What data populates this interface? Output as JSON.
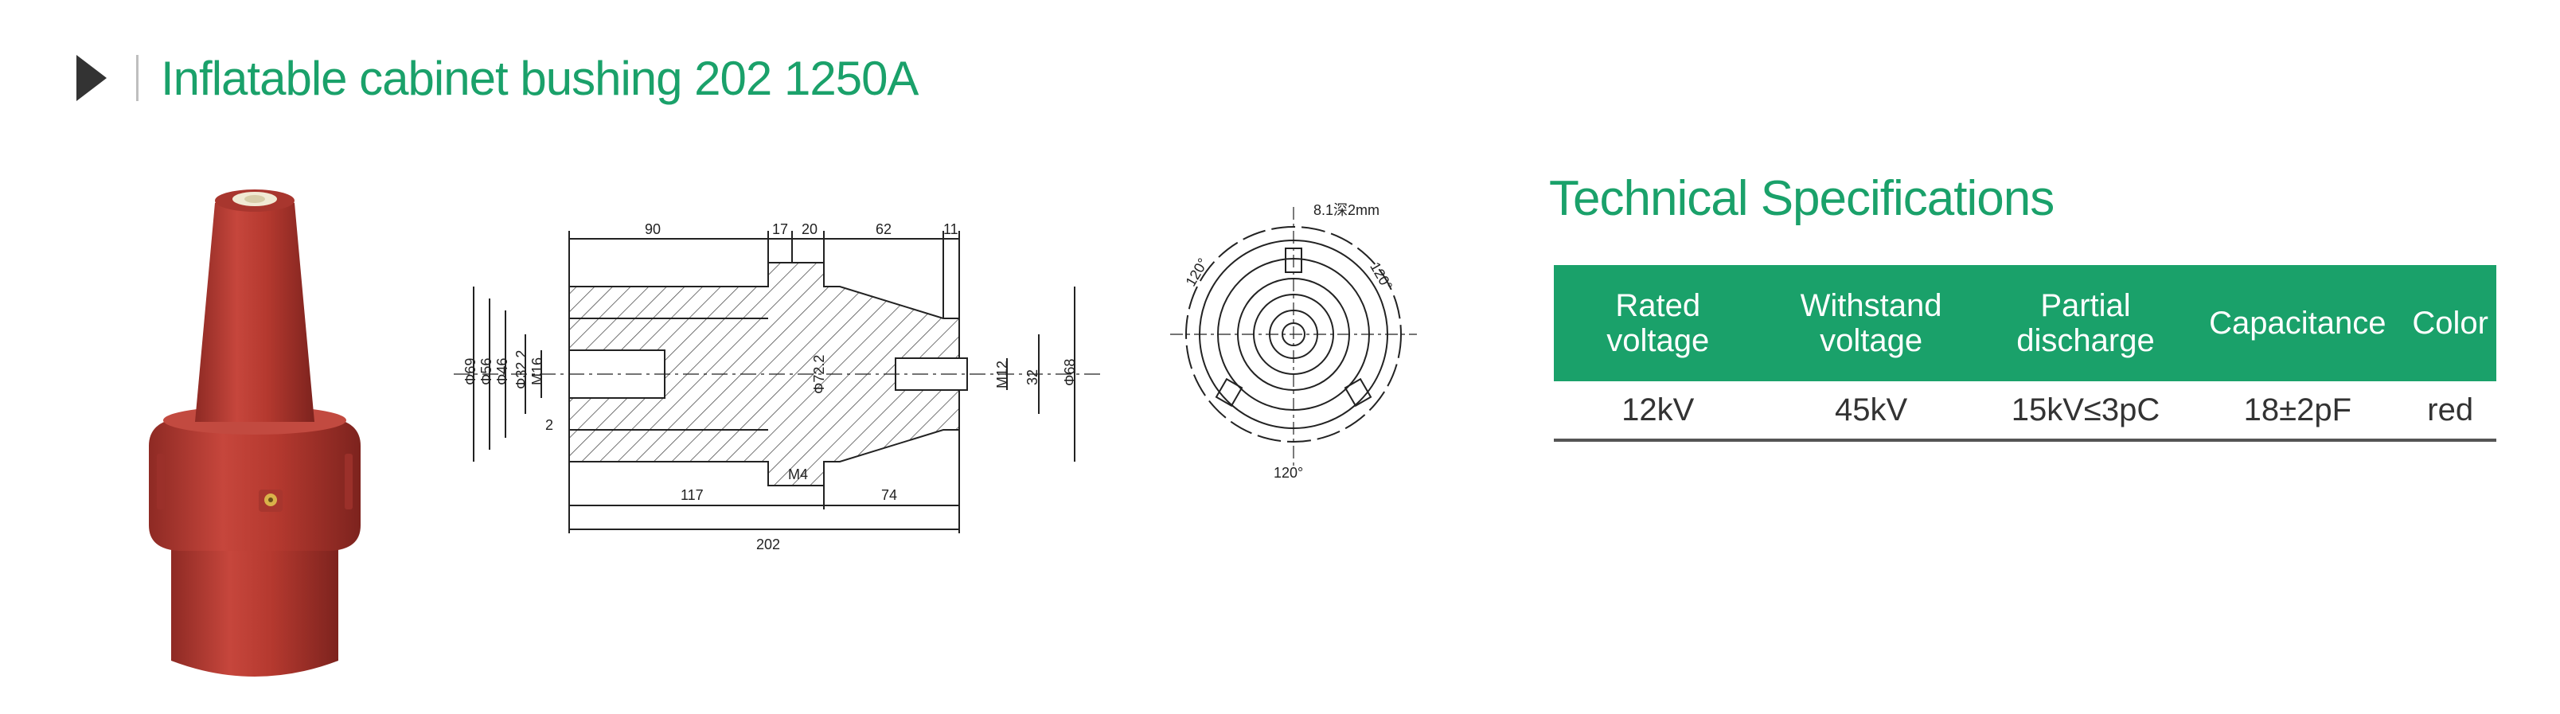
{
  "header": {
    "title": "Inflatable cabinet bushing 202 1250A"
  },
  "drawings": {
    "side_view": {
      "dims_top": [
        "90",
        "17",
        "20",
        "62",
        "11"
      ],
      "dims_left": [
        "Φ69",
        "Φ56",
        "Φ46",
        "Φ32.2",
        "M16"
      ],
      "dim_center": "Φ72.2",
      "dims_right": [
        "M12",
        "32",
        "Φ68"
      ],
      "dim_small": "2",
      "dim_m4": "M4",
      "dims_bottom": [
        "117",
        "74"
      ],
      "dim_total": "202"
    },
    "front_view": {
      "slot_label": "8.1深2mm",
      "angle_left": "120°",
      "angle_right": "120°",
      "angle_bottom": "120°"
    }
  },
  "specs": {
    "title": "Technical Specifications",
    "columns": [
      [
        "Rated",
        "voltage"
      ],
      [
        "Withstand",
        "voltage"
      ],
      [
        "Partial",
        "discharge"
      ],
      [
        "Capacitance"
      ],
      [
        "Color"
      ]
    ],
    "rows": [
      [
        "12kV",
        "45kV",
        "15kV≤3pC",
        "18±2pF",
        "red"
      ]
    ]
  },
  "colors": {
    "accent": "#1aa16a",
    "product_red": "#b83a33",
    "text": "#333333"
  }
}
